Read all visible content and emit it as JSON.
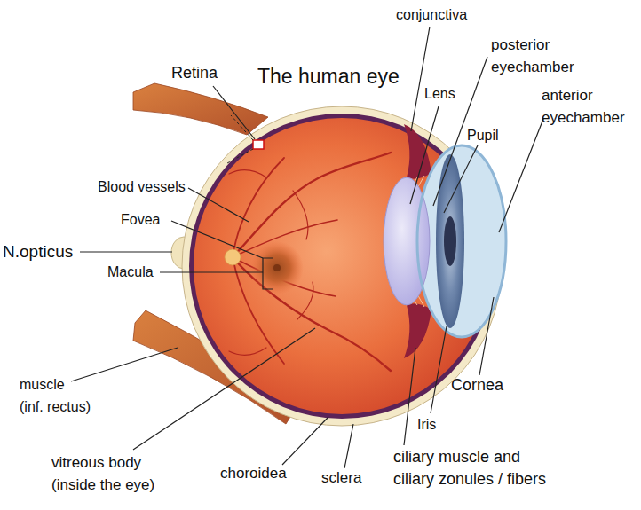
{
  "diagram": {
    "title": "The human eye",
    "labels": [
      "conjunctiva",
      "posterior eyechamber",
      "anterior eyechamber",
      "Retina",
      "Lens",
      "Pupil",
      "Blood vessels",
      "Fovea",
      "N.opticus",
      "Macula",
      "muscle (inf. rectus)",
      "vitreous body (inside the eye)",
      "choroidea",
      "sclera",
      "ciliary muscle and ciliary zonules / fibers",
      "Iris",
      "Cornea"
    ]
  }
}
